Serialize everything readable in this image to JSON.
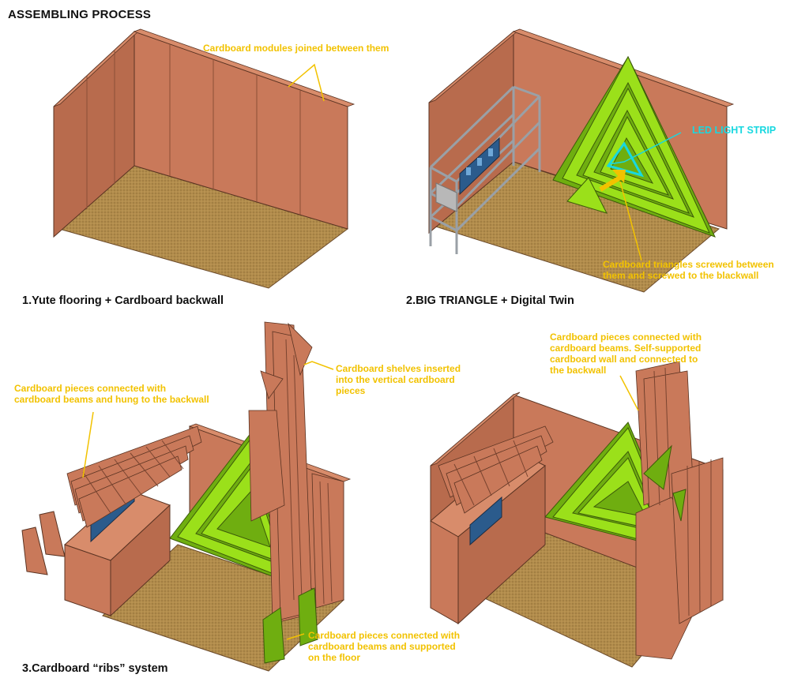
{
  "title": "ASSEMBLING PROCESS",
  "steps": [
    {
      "label": "1.Yute flooring + Cardboard backwall"
    },
    {
      "label": "2.BIG TRIANGLE + Digital Twin"
    },
    {
      "label": "3.Cardboard “ribs” system"
    }
  ],
  "annotations": {
    "modules": "Cardboard modules joined between them",
    "led": "LED LIGHT STRIP",
    "triangles": [
      "Cardboard triangles screwed between",
      "them and screwed to the blackwall"
    ],
    "shelves": [
      "Cardboard shelves inserted",
      "into the vertical cardboard",
      "pieces"
    ],
    "hung": [
      "Cardboard pieces connected with",
      "cardboard beams and hung to the backwall"
    ],
    "floor": [
      "Cardboard pieces connected with",
      "cardboard beams and supported",
      "on the floor"
    ],
    "self": [
      "Cardboard pieces connected with",
      "cardboard beams. Self-supported",
      "cardboard wall and connected to",
      "the backwall"
    ]
  },
  "colors": {
    "cardboard": "#c9795a",
    "cardboard_dark": "#a95f42",
    "floor": "#b08a4a",
    "green": "#9be01a",
    "green_dark": "#6fae10",
    "note": "#f2c200",
    "led": "#18d8e0"
  }
}
